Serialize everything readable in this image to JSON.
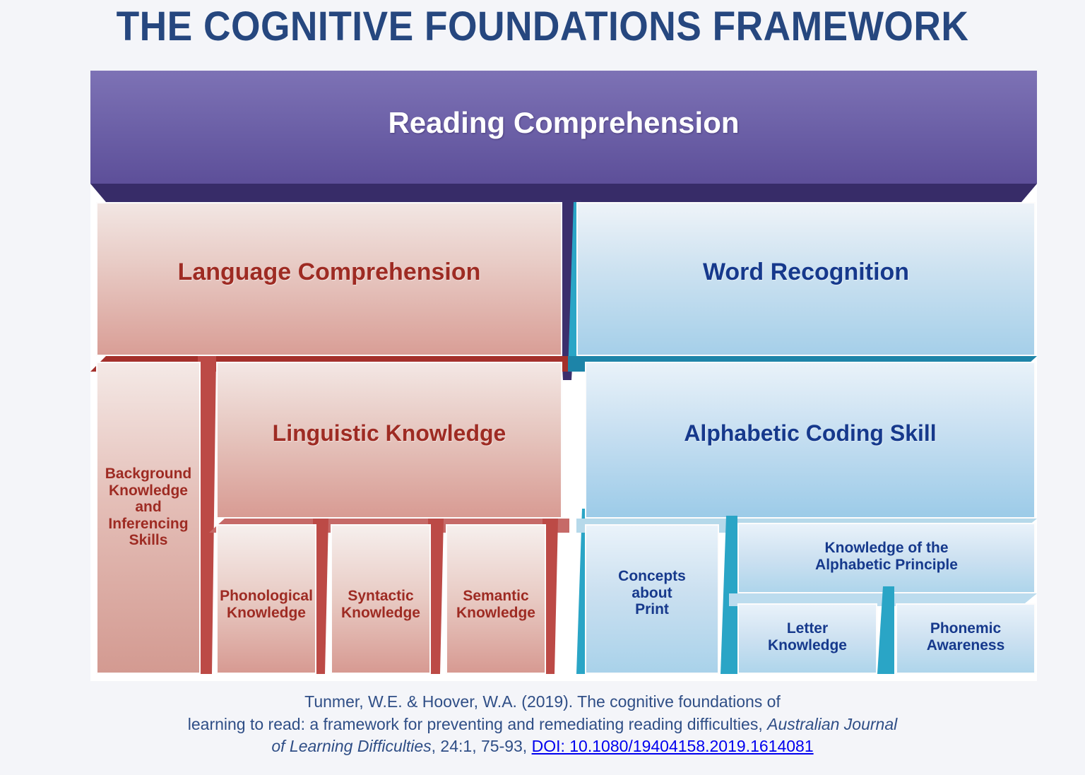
{
  "page": {
    "title": "THE COGNITIVE FOUNDATIONS FRAMEWORK",
    "background_color": "#f4f5f9",
    "title_color": "#26477f"
  },
  "diagram": {
    "name": "cognitive-foundations-framework",
    "type": "hierarchical-tree",
    "top": {
      "label": "Reading Comprehension",
      "color": "#6b5fa6",
      "text_color": "#ffffff"
    },
    "branches": [
      {
        "id": "language-comprehension",
        "label": "Language Comprehension",
        "color": "#9e2b23",
        "accent": "#a4302b",
        "children": [
          {
            "id": "background-knowledge",
            "label": "Background\nKnowledge\nand\nInferencing\nSkills"
          },
          {
            "id": "linguistic-knowledge",
            "label": "Linguistic Knowledge",
            "children": [
              {
                "id": "phonological-knowledge",
                "label": "Phonological\nKnowledge"
              },
              {
                "id": "syntactic-knowledge",
                "label": "Syntactic\nKnowledge"
              },
              {
                "id": "semantic-knowledge",
                "label": "Semantic\nKnowledge"
              }
            ]
          }
        ]
      },
      {
        "id": "word-recognition",
        "label": "Word Recognition",
        "color": "#16398c",
        "accent": "#1d84a8",
        "children": [
          {
            "id": "alphabetic-coding-skill",
            "label": "Alphabetic Coding Skill",
            "children": [
              {
                "id": "concepts-about-print",
                "label": "Concepts\nabout\nPrint"
              },
              {
                "id": "knowledge-alphabetic-principle",
                "label": "Knowledge of the\nAlphabetic Principle",
                "children": [
                  {
                    "id": "letter-knowledge",
                    "label": "Letter\nKnowledge"
                  },
                  {
                    "id": "phonemic-awareness",
                    "label": "Phonemic\nAwareness"
                  }
                ]
              }
            ]
          }
        ]
      }
    ]
  },
  "citation": {
    "line1": "Tunmer, W.E. & Hoover, W.A. (2019). The cognitive foundations of",
    "line2_a": "learning to read: a framework for preventing and remediating reading difficulties, ",
    "line2_italic": "Australian Journal",
    "line3_italic": "of Learning Difficulties",
    "line3_b": ", 24:1, 75-93, ",
    "line3_doi": "DOI: 10.1080/19404158.2019.1614081"
  }
}
